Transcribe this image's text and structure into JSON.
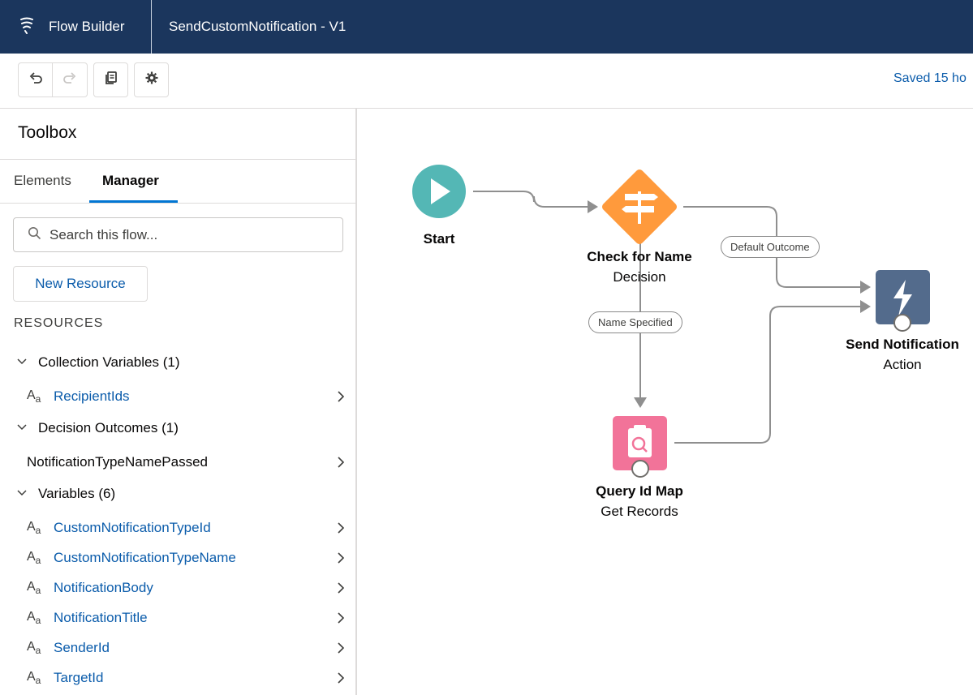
{
  "header": {
    "app_name": "Flow Builder",
    "flow_title": "SendCustomNotification - V1",
    "logo_icon": "flow-builder-logo-icon"
  },
  "toolbar": {
    "undo_icon": "undo-icon",
    "redo_icon": "redo-icon",
    "copy_icon": "copy-icon",
    "settings_icon": "gear-icon",
    "saved_text": "Saved 15 ho"
  },
  "toolbox": {
    "title": "Toolbox",
    "tabs": {
      "elements": "Elements",
      "manager": "Manager"
    },
    "active_tab": "Manager",
    "search_placeholder": "Search this flow...",
    "new_resource": "New Resource",
    "resources_heading": "RESOURCES",
    "sections": [
      {
        "label": "Collection Variables (1)",
        "items": [
          {
            "label": "RecipientIds",
            "icon": "text-variable-icon"
          }
        ]
      },
      {
        "label": "Decision Outcomes (1)",
        "items": [
          {
            "label": "NotificationTypeNamePassed"
          }
        ]
      },
      {
        "label": "Variables (6)",
        "items": [
          {
            "label": "CustomNotificationTypeId",
            "icon": "text-variable-icon"
          },
          {
            "label": "CustomNotificationTypeName",
            "icon": "text-variable-icon"
          },
          {
            "label": "NotificationBody",
            "icon": "text-variable-icon"
          },
          {
            "label": "NotificationTitle",
            "icon": "text-variable-icon"
          },
          {
            "label": "SenderId",
            "icon": "text-variable-icon"
          },
          {
            "label": "TargetId",
            "icon": "text-variable-icon"
          }
        ]
      }
    ],
    "aa_glyph": "A",
    "aa_sub": "a"
  },
  "canvas": {
    "nodes": {
      "start": {
        "name": "Start",
        "icon": "play-icon",
        "color": "#54b7b5"
      },
      "decision": {
        "name": "Check for Name",
        "type": "Decision",
        "icon": "signpost-icon",
        "color": "#ff9a3c"
      },
      "get_records": {
        "name": "Query Id Map",
        "type": "Get Records",
        "icon": "clipboard-search-icon",
        "color": "#f27399"
      },
      "action": {
        "name": "Send Notification",
        "type": "Action",
        "icon": "lightning-icon",
        "color": "#536b8c"
      }
    },
    "connectors": {
      "default_outcome": "Default Outcome",
      "name_specified": "Name Specified"
    }
  },
  "colors": {
    "header_bg": "#1b365d",
    "link": "#0b5cab",
    "tab_accent": "#0176d3"
  }
}
